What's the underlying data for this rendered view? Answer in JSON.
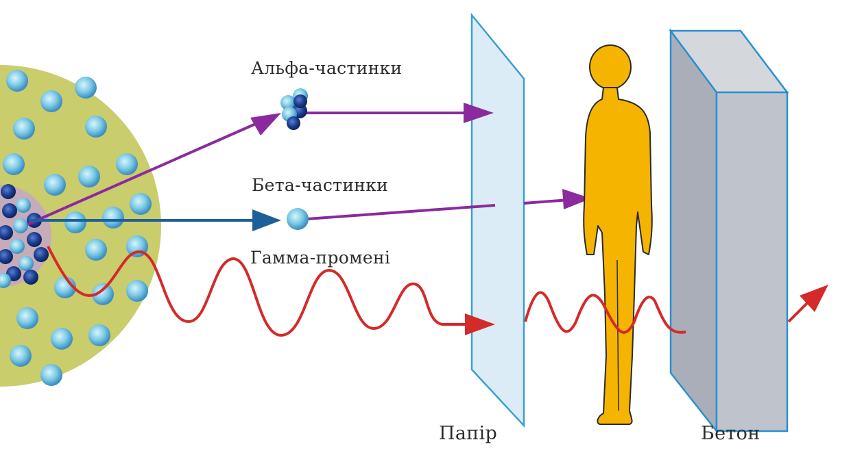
{
  "labels": {
    "alpha": "Альфа-частинки",
    "beta": "Бета-частинки",
    "gamma": "Гамма-промені",
    "paper": "Папір",
    "concrete": "Бетон"
  },
  "colors": {
    "source_disc": "#c8cc6a",
    "nucleus": "#1f3a8a",
    "particle_light": "#8ad6ee",
    "alpha_ray": "#8a2a9e",
    "beta_ray": "#1f5f99",
    "beta_after_ray": "#8a2a9e",
    "gamma_ray": "#d42a2a",
    "paper_fill": "#dcecf6",
    "paper_stroke": "#3a9fd0",
    "human": "#f4b400",
    "human_stroke": "#2a2a2a",
    "concrete_front": "#a9aeb8",
    "concrete_side": "#bfc4cc",
    "concrete_top": "#d4d7dc",
    "concrete_stroke": "#2a8fd0"
  },
  "icons": {
    "source": "radioactive-source-icon",
    "alpha_particle": "alpha-particle-cluster-icon",
    "beta_particle": "beta-particle-icon",
    "human": "human-silhouette-icon"
  }
}
